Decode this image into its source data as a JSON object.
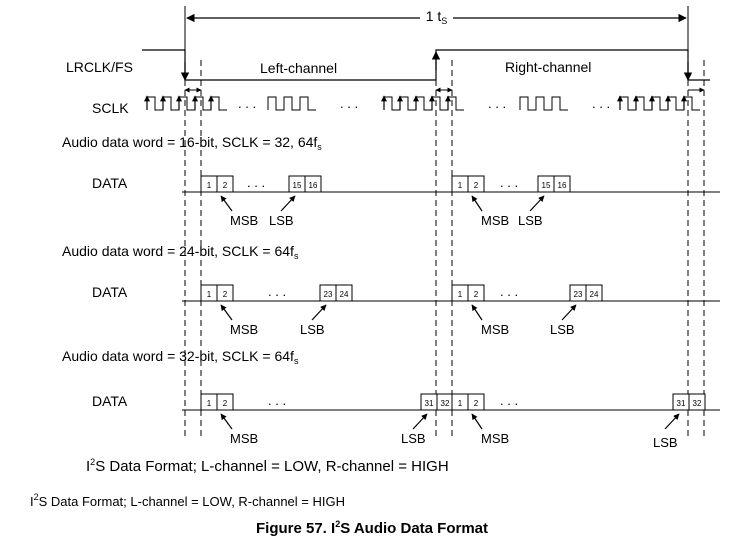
{
  "period_label": {
    "main": "1 t",
    "sub": "S"
  },
  "signals": {
    "lrclk": "LRCLK/FS",
    "sclk": "SCLK",
    "data": "DATA"
  },
  "channels": {
    "left": "Left-channel",
    "right": "Right-channel"
  },
  "ellipsis": ". . .",
  "sections": [
    {
      "caption_prefix": "Audio data word = 16-bit, SCLK = 32, 64f",
      "caption_sub": "s",
      "last_bits": [
        "15",
        "16"
      ]
    },
    {
      "caption_prefix": "Audio data word = 24-bit, SCLK = 64f",
      "caption_sub": "s",
      "last_bits": [
        "23",
        "24"
      ]
    },
    {
      "caption_prefix": "Audio data word = 32-bit, SCLK = 64f",
      "caption_sub": "s",
      "last_bits": [
        "31",
        "32"
      ]
    }
  ],
  "first_bits": [
    "1",
    "2"
  ],
  "msb_label": "MSB",
  "lsb_label": "LSB",
  "format_note_1": {
    "pre": "I",
    "sup": "2",
    "post": "S Data Format; L-channel = LOW, R-channel = HIGH"
  },
  "format_note_2": {
    "pre": "I",
    "sup": "2",
    "post": "S Data Format; L-channel = LOW, R-channel = HIGH"
  },
  "figure_caption": {
    "pre": "Figure 57.  I",
    "sup": "2",
    "post": "S Audio Data Format"
  }
}
